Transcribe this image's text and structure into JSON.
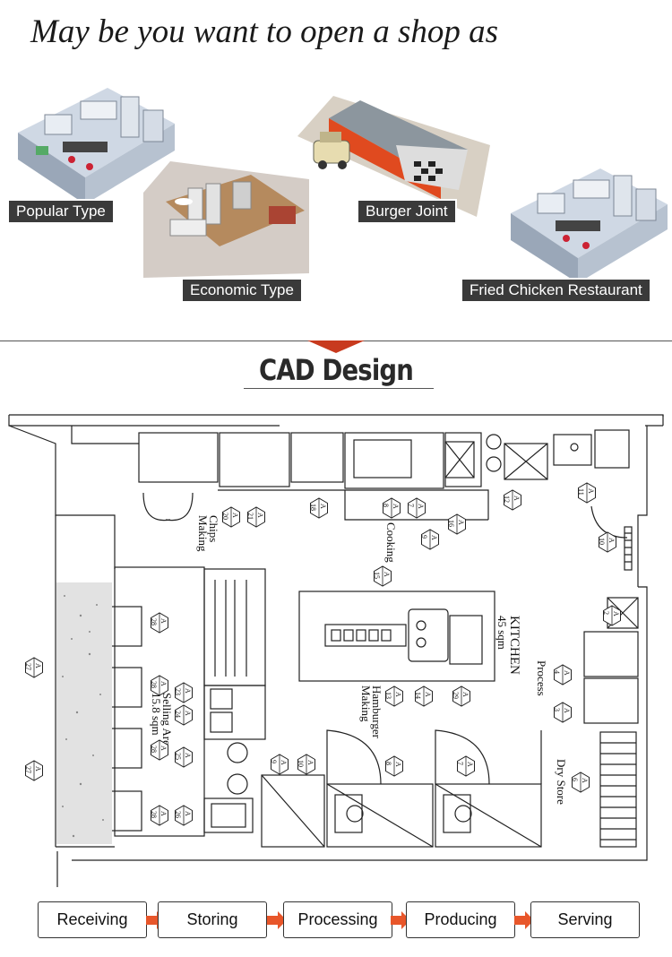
{
  "headline": "May be you want to open a shop as",
  "shop_types": [
    {
      "label": "Popular Type"
    },
    {
      "label": "Economic Type"
    },
    {
      "label": "Burger Joint"
    },
    {
      "label": "Fried Chicken Restaurant"
    }
  ],
  "cad_title": "CAD Design",
  "plan": {
    "kitchen": "KITCHEN",
    "kitchen_area": "45 sqm",
    "selling": "Selling Area",
    "selling_area": "15.8 sqm",
    "cooking": "Cooking",
    "chips": "Chips",
    "making": "Making",
    "hamburger": "Hamburger",
    "hamburger_making": "Making",
    "process": "Process",
    "dry_store": "Dry Store",
    "tag_letter": "A",
    "tags": [
      "28",
      "27",
      "27",
      "28",
      "28",
      "28",
      "23",
      "24",
      "25",
      "26",
      "20",
      "21",
      "18",
      "8",
      "7",
      "9",
      "16",
      "12",
      "11",
      "10",
      "15",
      "13",
      "14",
      "29",
      "2",
      "4",
      "3",
      "6",
      "8",
      "7",
      "9",
      "10"
    ]
  },
  "process_steps": [
    "Receiving",
    "Storing",
    "Processing",
    "Producing",
    "Serving"
  ],
  "colors": {
    "accent": "#e8562a",
    "label_bg": "#3a3a3a",
    "divider_arrow": "#c83a1e"
  }
}
